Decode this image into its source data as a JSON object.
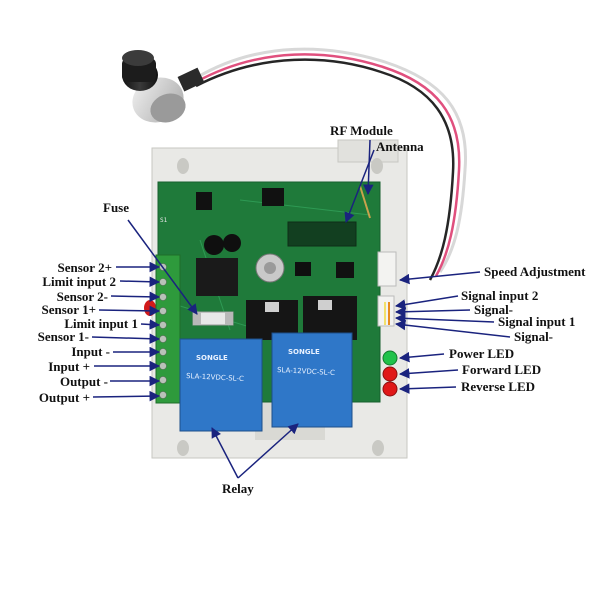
{
  "labels": {
    "sensor_2_plus": "Sensor 2+",
    "limit_input_2": "Limit input 2",
    "sensor_2_minus": "Sensor 2-",
    "sensor_1_plus": "Sensor 1+",
    "limit_input_1": "Limit input 1",
    "sensor_1_minus": "Sensor 1-",
    "input_minus": "Input -",
    "input_plus": "Input +",
    "output_minus": "Output -",
    "output_plus": "Output +",
    "fuse": "Fuse",
    "rf_module": "RF Module",
    "antenna": "Antenna",
    "speed_adjustment": "Speed Adjustment",
    "signal_input_2": "Signal input 2",
    "signal_minus_upper": "Signal-",
    "signal_input_1": "Signal input 1",
    "signal_minus_lower": "Signal-",
    "power_led": "Power LED",
    "forward_led": "Forward LED",
    "reverse_led": "Reverse LED",
    "relay": "Relay"
  },
  "relays": {
    "brand": "SONGLE",
    "model": "SLA-12VDC-SL-C"
  },
  "colors": {
    "arrow": "#1a237e",
    "pcb": "#1f7a3a",
    "enclosure": "#e9e9e6",
    "relay": "#2f77c8",
    "terminal": "#2e9a3c",
    "power_led": "#21c24a",
    "forward_led": "#e01818",
    "reverse_led": "#e01818"
  }
}
